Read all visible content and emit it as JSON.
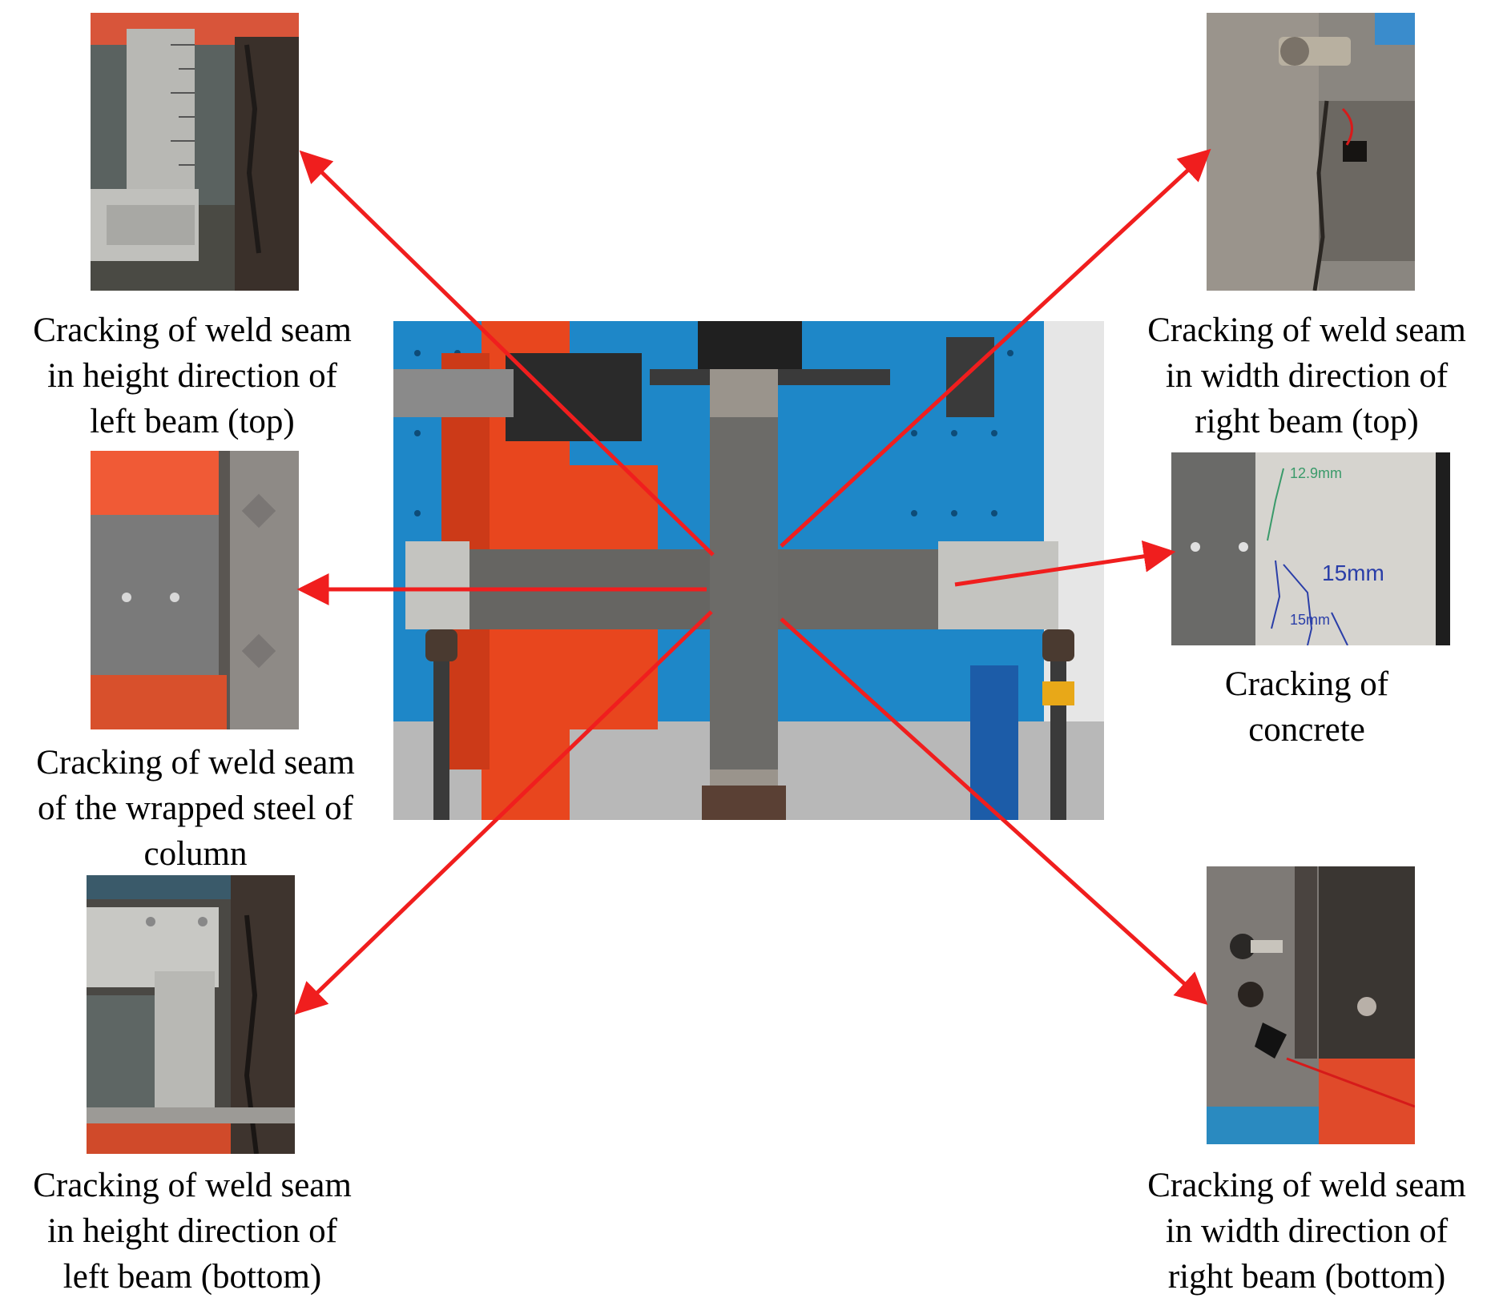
{
  "captions": {
    "left_beam_top": "Cracking of weld seam\nin height direction of\nleft beam (top)",
    "right_beam_top": "Cracking of weld seam\nin width direction of\nright beam (top)",
    "column_wrapped_steel": "Cracking of weld seam\nof the wrapped steel of\ncolumn",
    "concrete": "Cracking of\nconcrete",
    "left_beam_bottom": "Cracking of weld seam\nin height direction of\nleft beam (bottom)",
    "right_beam_bottom": "Cracking of weld seam\nin width direction of\nright beam (bottom)"
  },
  "photo_annotations": {
    "crack_width_1": "15mm",
    "crack_width_2": "15mm",
    "crack_width_3": "12.9mm"
  },
  "colors": {
    "arrow": "#f01e1e",
    "reaction_wall": "#1e87c8",
    "loading_frame": "#e8461e",
    "steel": "#6e6e6e",
    "concrete": "#c8c8c4"
  }
}
